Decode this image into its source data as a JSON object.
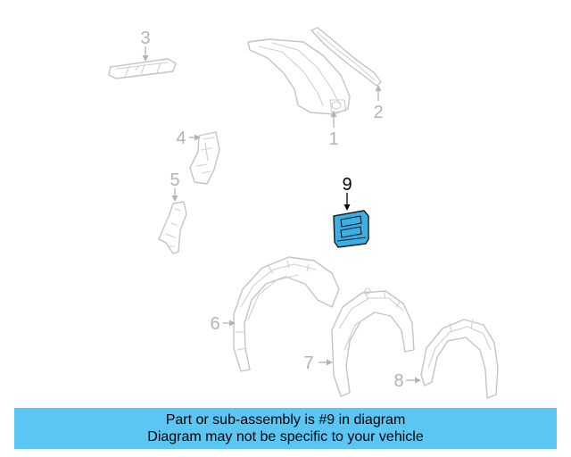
{
  "callouts": [
    "1",
    "2",
    "3",
    "4",
    "5",
    "6",
    "7",
    "8",
    "9"
  ],
  "highlighted_callout": "9",
  "colors": {
    "highlight_part": "#3aaee6",
    "banner": "#5bc6f3",
    "inactive_line": "#c4c4c4"
  },
  "banner": {
    "line1": "Part or sub-assembly is #9 in diagram",
    "line2": "Diagram may not be specific to your vehicle"
  }
}
